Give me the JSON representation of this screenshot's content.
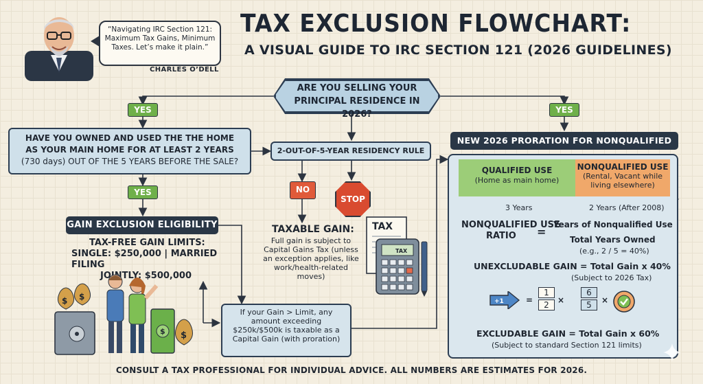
{
  "header": {
    "title": "TAX EXCLUSION FLOWCHART:",
    "subtitle": "A VISUAL GUIDE TO IRC SECTION 121 (2026 GUIDELINES)"
  },
  "quote": {
    "text": "“Navigating IRC Section 121: Maximum Tax Gains, Minimum Taxes. Let’s make it plain.”",
    "author": "CHARLES O’DELL"
  },
  "flow": {
    "main_question": "ARE YOU SELLING YOUR PRINCIPAL RESIDENCE IN 2026?",
    "yes_left": "YES",
    "yes_right": "YES",
    "owned_question_line1": "HAVE YOU OWNED AND USED THE THE HOME",
    "owned_question_line2": "AS YOUR MAIN HOME FOR AT LEAST 2 YEARS",
    "owned_question_line3": "(730 days) OUT OF THE 5 YEARS BEFORE THE SALE?",
    "residency_rule": "2-OUT-OF-5-YEAR RESIDENCY RULE",
    "yes_mid": "YES",
    "no": "NO",
    "stop": "STOP",
    "eligibility_title": "GAIN EXCLUSION ELIGIBILITY",
    "limits_title": "TAX-FREE GAIN LIMITS:",
    "limits_line1": "SINGLE: $250,000 | MARRIED FILING",
    "limits_line2": "JOINTLY: $500,000",
    "taxable_title": "TAXABLE GAIN:",
    "taxable_body": "Full gain is subject to Capital Gains Tax (unless an exception applies, like work/health-related moves)",
    "tax_label": "TAX",
    "calc_label": "TAX",
    "over_limit": "If your Gain > Limit, any amount exceeding $250k/$500k is taxable as a Capital Gain (with proration)"
  },
  "proration": {
    "title": "NEW 2026 PRORATION FOR NONQUALIFIED USE",
    "qualified_title": "QUALIFIED USE",
    "qualified_desc": "(Home as main home)",
    "nonqualified_title": "NONQUALIFIED USE",
    "nonqualified_desc": "(Rental, Vacant while living elsewhere)",
    "years_qualified": "3 Years",
    "years_nonqualified": "2 Years (After 2008)",
    "ratio_label_line1": "NONQUALIFIED USE",
    "ratio_label_line2": "RATIO",
    "equals": "=",
    "numerator": "Years of Nonqualified Use",
    "denominator": "Total Years Owned",
    "example": "(e.g., 2 / 5 = 40%)",
    "unexcludable": "UNEXCLUDABLE GAIN = Total Gain x 40%",
    "unexcludable_note": "(Subject to 2026 Tax)",
    "excludable": "EXCLUDABLE GAIN = Total Gain x 60%",
    "excludable_note": "(Subject to standard Section 121 limits)",
    "math_eq": "=",
    "math_times1": "×",
    "math_times2": "×",
    "frac1_num": "1",
    "frac1_den": "2",
    "frac2_num": "6",
    "frac2_den": "5"
  },
  "footer": {
    "text": "CONSULT A TAX PROFESSIONAL FOR INDIVIDUAL ADVICE. ALL NUMBERS ARE ESTIMATES FOR 2026."
  },
  "colors": {
    "background": "#f4eee0",
    "box_blue": "#cfe0ea",
    "dark_label": "#2a3746",
    "yes_green": "#6fb04a",
    "no_red": "#e05a3a",
    "qualified_green": "#9ccd78",
    "nonqualified_orange": "#f0a86a"
  }
}
